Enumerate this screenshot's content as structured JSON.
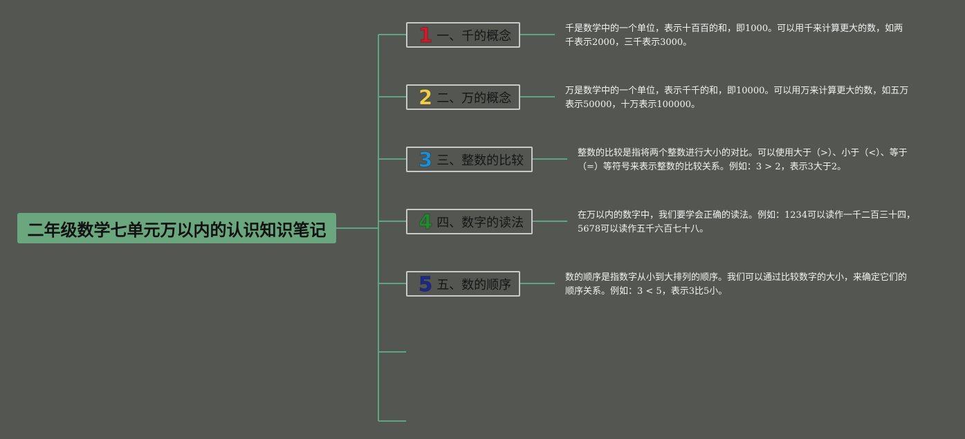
{
  "root": {
    "title": "二年级数学七单元万以内的认识知识笔记"
  },
  "colors": {
    "line": "#5fa584",
    "root_bg": "#6ba77e",
    "background": "#545651"
  },
  "branches": [
    {
      "number": "1",
      "label": "一、千的概念",
      "color": "#d11a2a",
      "note": "千是数学中的一个单位，表示十百百的和，即1000。可以用千来计算更大的数，如两千表示2000，三千表示3000。"
    },
    {
      "number": "2",
      "label": "二、万的概念",
      "color": "#f1d14b",
      "note": "万是数学中的一个单位，表示千千的和，即10000。可以用万来计算更大的数，如五万表示50000，十万表示100000。"
    },
    {
      "number": "3",
      "label": "三、整数的比较",
      "color": "#1e8fd6",
      "note": "整数的比较是指将两个整数进行大小的对比。可以使用大于（>）、小于（<）、等于（=）等符号来表示整数的比较关系。例如：3 > 2，表示3大于2。"
    },
    {
      "number": "4",
      "label": "四、数字的读法",
      "color": "#1f8a2e",
      "note": "在万以内的数字中，我们要学会正确的读法。例如：1234可以读作一千二百三十四，5678可以读作五千六百七十八。"
    },
    {
      "number": "5",
      "label": "五、数的顺序",
      "color": "#1a2a8c",
      "note": "数的顺序是指数字从小到大排列的顺序。我们可以通过比较数字的大小，来确定它们的顺序关系。例如：3 < 5，表示3比5小。"
    }
  ]
}
